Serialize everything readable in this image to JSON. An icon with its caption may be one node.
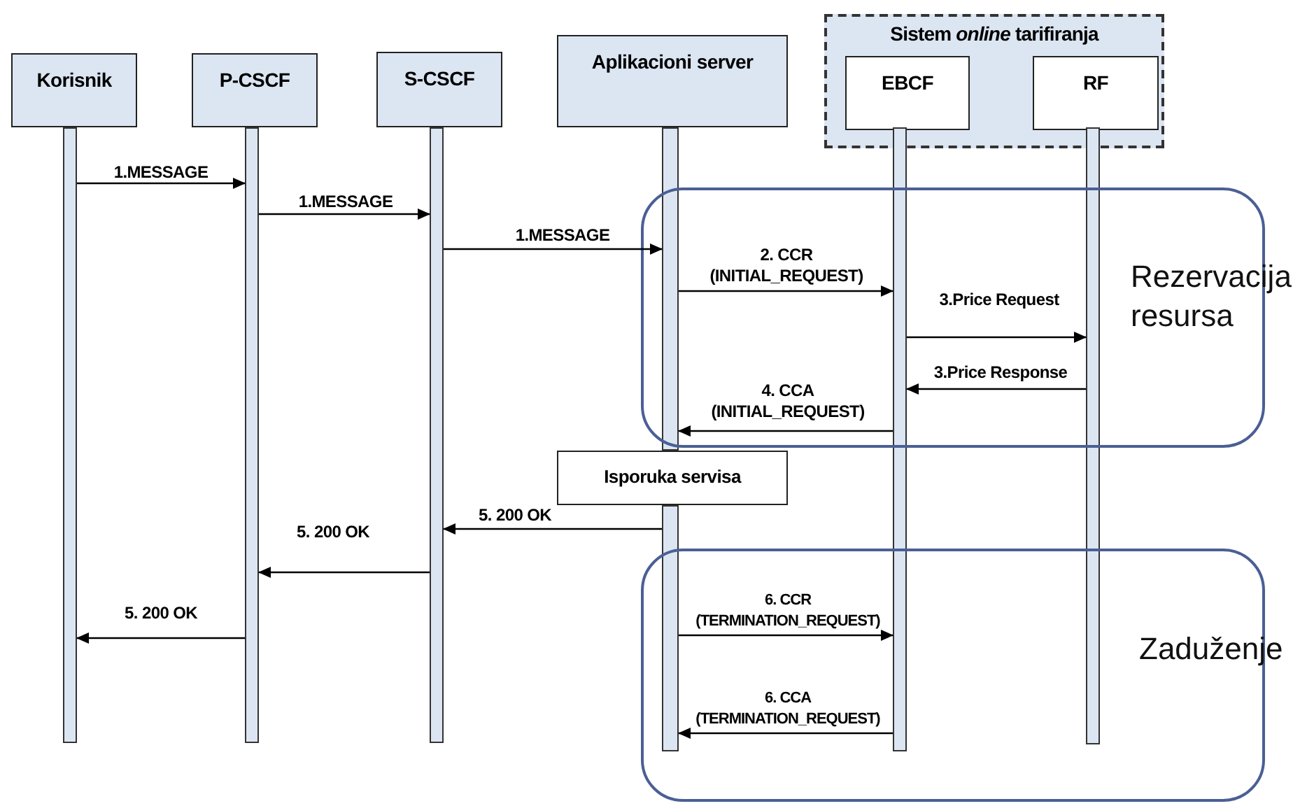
{
  "diagram": {
    "nodes": [
      {
        "text": [
          "Korisnik"
        ]
      },
      {
        "text": [
          "P-CSCF"
        ]
      },
      {
        "text": [
          "S-CSCF"
        ]
      },
      {
        "text": [
          "Aplikacioni server"
        ]
      },
      {
        "text": [
          "Sistem *online* tarifiranja"
        ]
      },
      {
        "text": [
          "EBCF"
        ],
        "in": 4
      },
      {
        "text": [
          "RF"
        ],
        "in": 4
      },
      {
        "text": [],
        "shape": "bar"
      },
      {
        "text": [],
        "shape": "bar"
      },
      {
        "text": [],
        "shape": "bar"
      },
      {
        "text": [],
        "shape": "bar"
      },
      {
        "text": [],
        "shape": "bar"
      },
      {
        "text": [],
        "shape": "bar"
      },
      {
        "text": [],
        "shape": "bar"
      },
      {
        "text": [
          "Rezervacija resursa"
        ]
      },
      {
        "text": [
          "Isporuka servisa"
        ]
      },
      {
        "text": [
          "Zaduženje"
        ]
      }
    ],
    "edges": [
      {
        "from": 7,
        "to": 8,
        "arrow": "to",
        "label": "1.MESSAGE"
      },
      {
        "from": 8,
        "to": 9,
        "arrow": "to",
        "label": "1.MESSAGE"
      },
      {
        "from": 9,
        "to": 10,
        "arrow": "to",
        "label": "1.MESSAGE"
      },
      {
        "from": 10,
        "to": 11,
        "arrow": "to",
        "label": "2. CCR (INITIAL_REQUEST)"
      },
      {
        "from": 11,
        "to": 12,
        "arrow": "to",
        "label": "3.Price Request"
      },
      {
        "from": 12,
        "to": 11,
        "arrow": "to",
        "label": "3.Price Response"
      },
      {
        "from": 11,
        "to": 10,
        "arrow": "to",
        "label": "4. CCA (INITIAL_REQUEST)"
      },
      {
        "from": 13,
        "to": 9,
        "arrow": "to",
        "label": "5. 200 OK"
      },
      {
        "from": 9,
        "to": 8,
        "arrow": "to",
        "label": "5. 200 OK"
      },
      {
        "from": 8,
        "to": 7,
        "arrow": "to",
        "label": "5. 200 OK"
      },
      {
        "from": 13,
        "to": 11,
        "arrow": "to",
        "label": "6. CCR (TERMINATION_REQUEST)"
      },
      {
        "from": 11,
        "to": 13,
        "arrow": "to",
        "label": "6. CCA (TERMINATION_REQUEST)"
      }
    ]
  }
}
